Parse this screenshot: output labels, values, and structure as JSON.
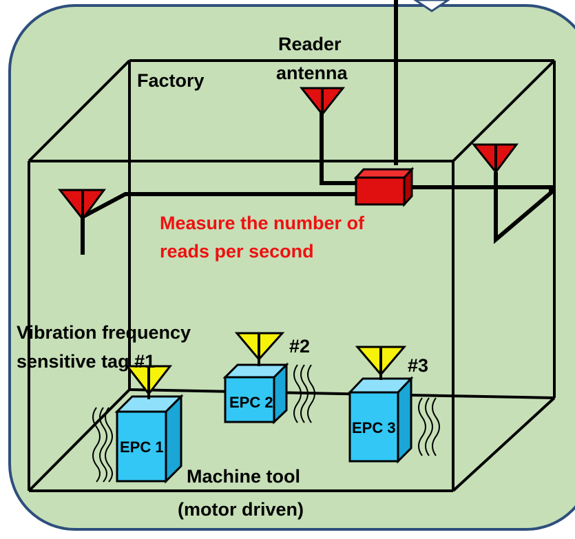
{
  "colors": {
    "background_panel": "#c6dfb7",
    "panel_border": "#2e4f7c",
    "reader": "#e01010",
    "reader_antenna": "#e01010",
    "tag_antenna": "#f7f20a",
    "machine_tool": "#33c7f5",
    "highlight_text": "#ee1111"
  },
  "labels": {
    "factory": "Factory",
    "reader_antenna_line1": "Reader",
    "reader_antenna_line2": "antenna",
    "measure_line1": "Measure the number of",
    "measure_line2": "reads per second",
    "tag_line1": "Vibration frequency",
    "tag_line2": "sensitive tag #1",
    "tag2": "#2",
    "tag3": "#3",
    "machine_line1": "Machine tool",
    "machine_line2": "(motor driven)"
  },
  "machines": [
    {
      "label": "EPC 1"
    },
    {
      "label": "EPC 2"
    },
    {
      "label": "EPC 3"
    }
  ],
  "icons": {
    "reader_antenna": "red-triangle-antenna-icon",
    "tag_antenna": "yellow-triangle-antenna-icon",
    "reader": "red-reader-box-icon",
    "vibration": "wavy-lines-icon"
  }
}
